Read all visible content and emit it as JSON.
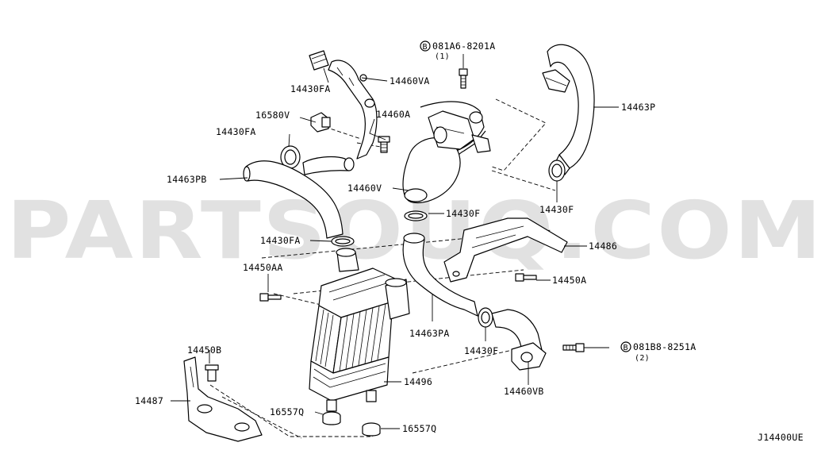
{
  "watermark": "PARTSOUQ.COM",
  "diagram_code": "J14400UE",
  "parts": [
    {
      "id": "14430FA_top",
      "label": "14430FA"
    },
    {
      "id": "14460VA",
      "label": "14460VA"
    },
    {
      "id": "16580V",
      "label": "16580V"
    },
    {
      "id": "14460A",
      "label": "14460A"
    },
    {
      "id": "14430FA_mid",
      "label": "14430FA"
    },
    {
      "id": "14463PB",
      "label": "14463PB"
    },
    {
      "id": "14430FA_low",
      "label": "14430FA"
    },
    {
      "id": "14450AA",
      "label": "14450AA"
    },
    {
      "id": "14450B",
      "label": "14450B"
    },
    {
      "id": "14487",
      "label": "14487"
    },
    {
      "id": "16557Q_left",
      "label": "16557Q"
    },
    {
      "id": "16557Q_right",
      "label": "16557Q"
    },
    {
      "id": "14496",
      "label": "14496"
    },
    {
      "id": "14463PA",
      "label": "14463PA"
    },
    {
      "id": "14430F_bottom",
      "label": "14430F"
    },
    {
      "id": "14460VB",
      "label": "14460VB"
    },
    {
      "id": "14450A",
      "label": "14450A"
    },
    {
      "id": "14486",
      "label": "14486"
    },
    {
      "id": "14430F_mid",
      "label": "14430F"
    },
    {
      "id": "14460V",
      "label": "14460V"
    },
    {
      "id": "14463P",
      "label": "14463P"
    },
    {
      "id": "14430F_right",
      "label": "14430F"
    }
  ],
  "callouts": [
    {
      "id": "bolt_top",
      "symbol": "B",
      "part": "081A6-8201A",
      "qty": "(1)"
    },
    {
      "id": "bolt_right",
      "symbol": "B",
      "part": "081B8-8251A",
      "qty": "(2)"
    }
  ]
}
